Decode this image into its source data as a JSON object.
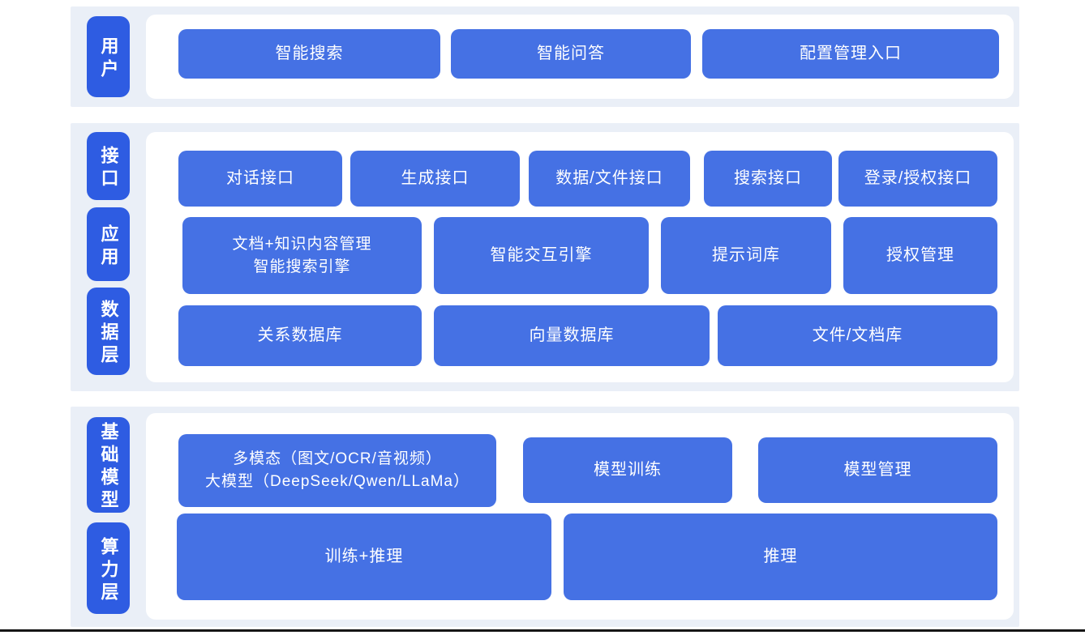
{
  "colors": {
    "page_bg": "#ffffff",
    "section_bg": "#eaeff7",
    "panel_bg": "#ffffff",
    "label_blue": "#2e5ce2",
    "box_blue": "#4571e4",
    "text_white": "#ffffff",
    "line_dark": "#161616"
  },
  "layers": [
    {
      "id": "user",
      "labels": [
        {
          "text": "用户"
        }
      ],
      "rows": [
        {
          "boxes": [
            {
              "label": "智能搜索"
            },
            {
              "label": "智能问答"
            },
            {
              "label": "配置管理入口"
            }
          ]
        }
      ]
    },
    {
      "id": "interface-app-data",
      "labels": [
        {
          "text": "接口"
        },
        {
          "text": "应用"
        },
        {
          "text": "数据层"
        }
      ],
      "rows": [
        {
          "boxes": [
            {
              "label": "对话接口"
            },
            {
              "label": "生成接口"
            },
            {
              "label": "数据/文件接口"
            },
            {
              "label": "搜索接口"
            },
            {
              "label": "登录/授权接口"
            }
          ]
        },
        {
          "boxes": [
            {
              "label": "文档+知识内容管理\n智能搜索引擎"
            },
            {
              "label": "智能交互引擎"
            },
            {
              "label": "提示词库"
            },
            {
              "label": "授权管理"
            }
          ]
        },
        {
          "boxes": [
            {
              "label": "关系数据库"
            },
            {
              "label": "向量数据库"
            },
            {
              "label": "文件/文档库"
            }
          ]
        }
      ]
    },
    {
      "id": "foundation-model-compute",
      "labels": [
        {
          "text": "基础模型"
        },
        {
          "text": "算力层"
        }
      ],
      "rows": [
        {
          "boxes": [
            {
              "label": "多模态（图文/OCR/音视频）\n大模型（DeepSeek/Qwen/LLaMa）"
            },
            {
              "label": "模型训练"
            },
            {
              "label": "模型管理"
            }
          ]
        },
        {
          "boxes": [
            {
              "label": "训练+推理"
            },
            {
              "label": "推理"
            }
          ]
        }
      ]
    }
  ]
}
